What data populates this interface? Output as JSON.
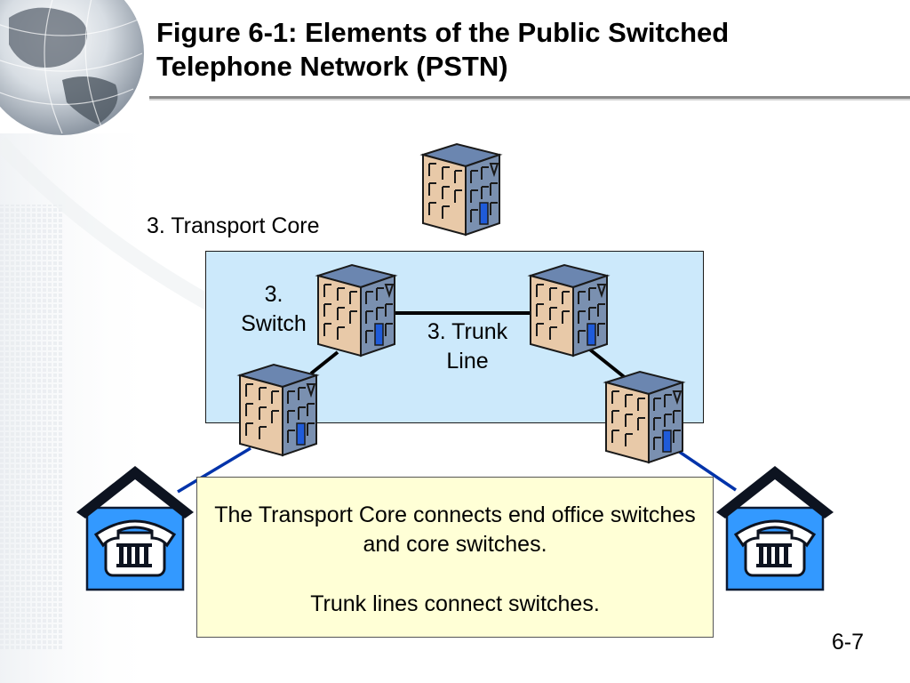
{
  "title_lines": [
    "Figure 6-1: Elements of the Public Switched",
    "Telephone Network (PSTN)"
  ],
  "labels": {
    "transport_core": "3. Transport Core",
    "switch_lines": [
      "3.",
      "Switch"
    ],
    "trunk_lines": [
      "3. Trunk",
      "Line"
    ]
  },
  "note": {
    "line1": "The Transport Core connects end office switches and core switches.",
    "line2": "Trunk lines connect switches."
  },
  "page_number": "6-7",
  "icons": {
    "globe": "globe-icon",
    "building": "building-icon",
    "house": "house-icon",
    "telephone": "telephone-icon"
  },
  "colors": {
    "core_fill": "#cce9fb",
    "note_fill": "#ffffd6",
    "house_fill": "#3399ff",
    "access_line": "#0033aa",
    "building_face": "#e8c9a8",
    "building_side": "#7a90b0"
  }
}
